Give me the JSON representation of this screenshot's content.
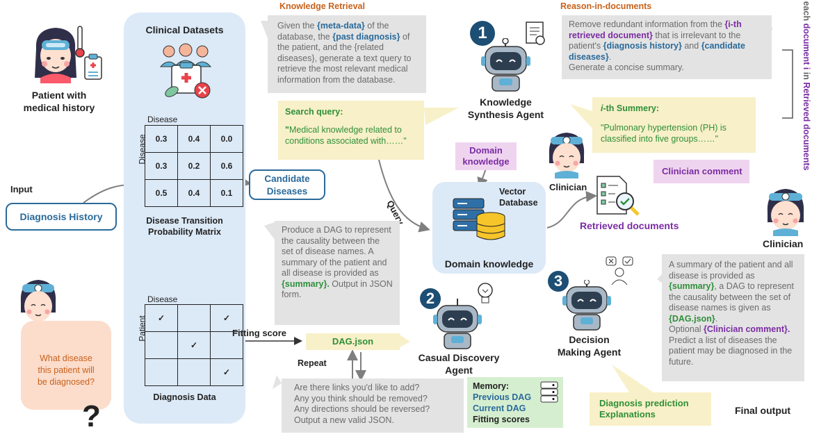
{
  "patient": {
    "label_line1": "Patient with",
    "label_line2": "medical history"
  },
  "input": {
    "label": "Input",
    "diagnosis_history": "Diagnosis History"
  },
  "clinical_datasets": {
    "title": "Clinical Datasets",
    "matrix_axis_top": "Disease",
    "matrix_axis_left": "Disease",
    "matrix_values": [
      [
        "0.3",
        "0.4",
        "0.0"
      ],
      [
        "0.3",
        "0.2",
        "0.6"
      ],
      [
        "0.5",
        "0.4",
        "0.1"
      ]
    ],
    "matrix_title_line1": "Disease Transition",
    "matrix_title_line2": "Probability Matrix",
    "diag_axis_top": "Disease",
    "diag_axis_left": "Patient",
    "diag_marks": [
      [
        "✓",
        "",
        "✓"
      ],
      [
        "",
        "✓",
        ""
      ],
      [
        "",
        "",
        "✓"
      ]
    ],
    "diag_title": "Diagnosis Data"
  },
  "candidate": {
    "line1": "Candidate",
    "line2": "Diseases"
  },
  "question": {
    "line1": "What disease",
    "line2": "this patient will",
    "line3": "be diagnosed?",
    "mark": "?"
  },
  "knowledge_retrieval": {
    "header": "Knowledge Retrieval",
    "p1": "Given the ",
    "p2": "{meta-data}",
    "p3": " of the database, the ",
    "p4": "{past diagnosis}",
    "p5": " of the patient, and the {related diseases}, generate a text query to retrieve the most relevant medical information from the database."
  },
  "search_query": {
    "title": "Search query:",
    "q1": "\"",
    "q2": "Medical knowledge related to conditions associated with……\""
  },
  "agent1": {
    "number": "1",
    "line1": "Knowledge",
    "line2": "Synthesis Agent"
  },
  "reason_in_docs": {
    "header": "Reason-in-documents",
    "p1": "Remove redundant information from the ",
    "p2": "{i-th retrieved document}",
    "p3": " that is irrelevant to the patient's ",
    "p4": "{diagnosis history}",
    "p5": " and ",
    "p6": "{candidate diseases}",
    "p7": ".",
    "p8": "Generate a concise summary."
  },
  "for_each": {
    "w1": "For each ",
    "w2": "document i",
    "w3": " in",
    "w4": "Retrieved documents"
  },
  "summary_box": {
    "title1": "i",
    "title2": "-th Summery:",
    "text": "\"Pulmonary hypertension (PH) is classified into five groups……\""
  },
  "domain_knowledge_box": {
    "line1": "Domain",
    "line2": "knowledge"
  },
  "clinician_small": "Clinician",
  "vector_db": {
    "line1": "Vector",
    "line2": "Database",
    "caption": "Domain knowledge"
  },
  "query_label": "Query",
  "retrieved_docs": "Retrieved documents",
  "clinician_comment": "Clinician comment",
  "clinician_big": "Clinician",
  "dag_prompt": {
    "p1": "Produce a DAG to represent the causality between the set of disease names. A summary of the patient and all disease is provided as ",
    "p2": "{summary}.",
    "p3": " Output in JSON form."
  },
  "agent2": {
    "number": "2",
    "line1": "Casual Discovery",
    "line2": "Agent"
  },
  "fitting_score": "Fitting score",
  "dag_json": "DAG.json",
  "repeat": "Repeat",
  "refine_prompt": {
    "l1": "Are there links you'd like to add?",
    "l2": "Any you think should be removed?",
    "l3": "Any directions should be reversed?",
    "l4": "Output a new valid JSON."
  },
  "memory": {
    "title": "Memory:",
    "l1": "Previous DAG",
    "l2": "Current DAG",
    "l3": "Fitting scores"
  },
  "agent3": {
    "number": "3",
    "line1": "Decision",
    "line2": "Making Agent"
  },
  "decision_prompt": {
    "p1": "A summary of the patient and all disease is provided as ",
    "p2": "{summary}",
    "p3": ", a DAG to represent the causality between the set of disease names is given as ",
    "p4": "{DAG.json}",
    "p5": ".",
    "p6": "Optional ",
    "p7": "{Clinician comment}.",
    "p8": "Predict a list of diseases the patient may be diagnosed in the future."
  },
  "output": {
    "l1": "Diagnosis prediction",
    "l2": "Explanations",
    "final": "Final output"
  },
  "colors": {
    "blue": "#2a6a9a",
    "green": "#2f8f3a",
    "purple": "#7a2ca3",
    "orange": "#c8621b",
    "panel": "#dce9f7"
  }
}
